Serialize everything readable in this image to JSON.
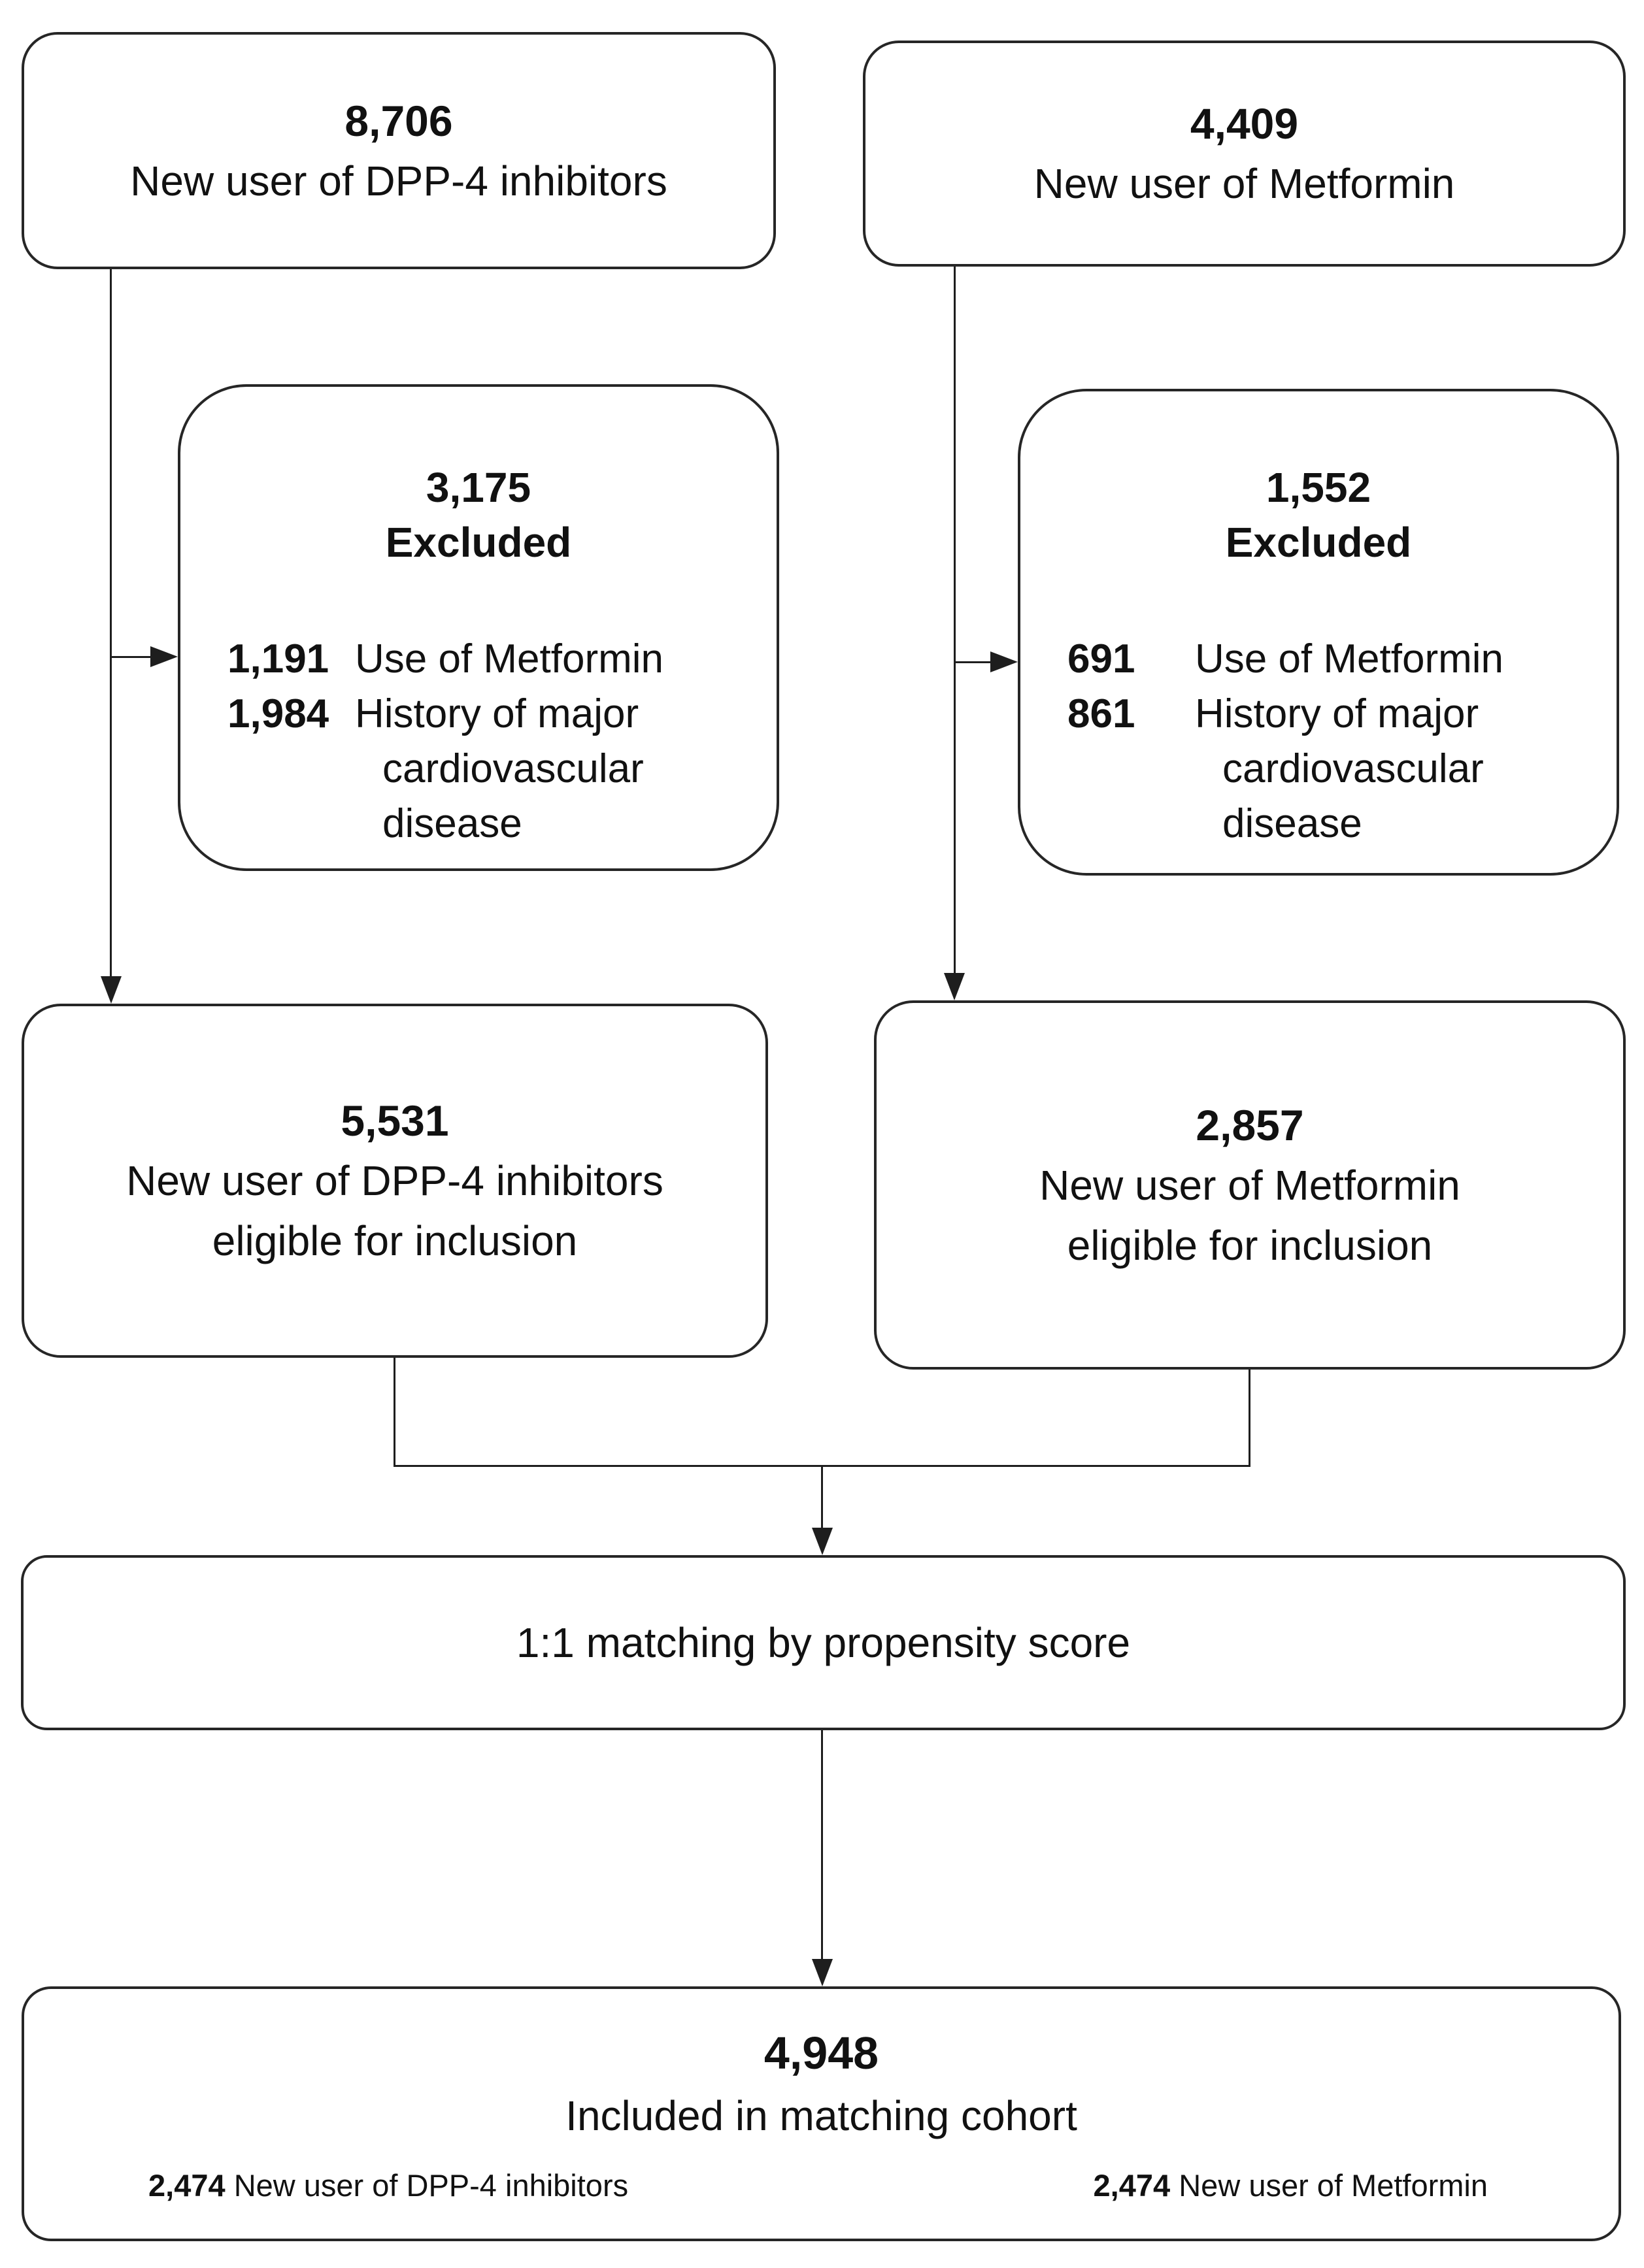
{
  "colors": {
    "ink": "#1e1e1e",
    "background": "#ffffff"
  },
  "nodes": {
    "dpp4_initial": {
      "count": "8,706",
      "label": "New user of DPP-4 inhibitors"
    },
    "met_initial": {
      "count": "4,409",
      "label": "New user of Metformin"
    },
    "dpp4_excluded": {
      "count": "3,175",
      "label": "Excluded",
      "reasons": [
        {
          "count": "1,191",
          "lines": [
            "Use of Metformin"
          ]
        },
        {
          "count": "1,984",
          "lines": [
            "History of major",
            "cardiovascular disease"
          ]
        }
      ]
    },
    "met_excluded": {
      "count": "1,552",
      "label": "Excluded",
      "reasons": [
        {
          "count": "691",
          "lines": [
            "Use of Metformin"
          ]
        },
        {
          "count": "861",
          "lines": [
            "History of major",
            "cardiovascular disease"
          ]
        }
      ]
    },
    "dpp4_eligible": {
      "count": "5,531",
      "label_lines": [
        "New user of DPP-4 inhibitors",
        "eligible for inclusion"
      ]
    },
    "met_eligible": {
      "count": "2,857",
      "label_lines": [
        "New user of Metformin",
        "eligible for inclusion"
      ]
    },
    "matching": {
      "label": "1:1 matching by propensity score"
    },
    "matched_cohort": {
      "count": "4,948",
      "label": "Included in matching cohort",
      "arms": [
        {
          "count": "2,474",
          "text": "New user of DPP-4 inhibitors"
        },
        {
          "count": "2,474",
          "text": "New user of Metformin"
        }
      ]
    }
  }
}
